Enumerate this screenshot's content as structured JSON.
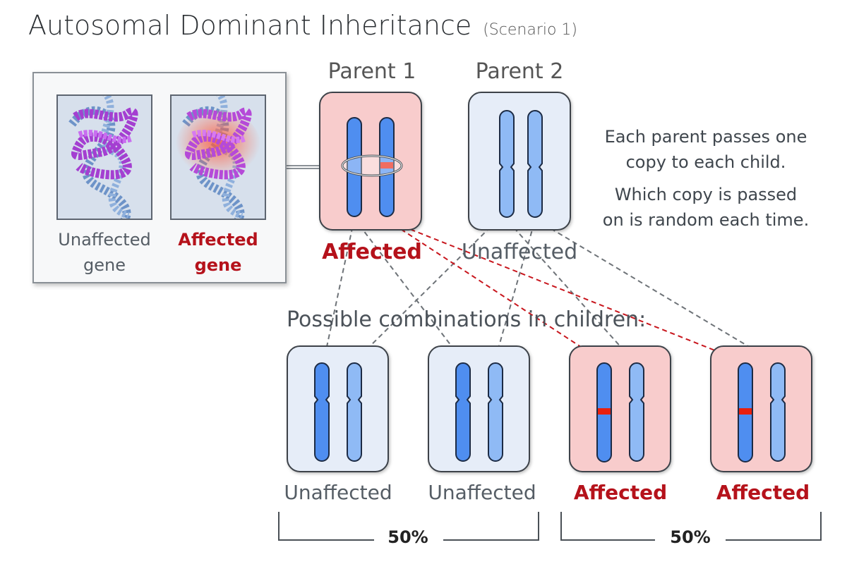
{
  "title": "Autosomal Dominant Inheritance",
  "subtitle": "(Scenario 1)",
  "inset": {
    "unaffected_caption_line1": "Unaffected",
    "unaffected_caption_line2": "gene",
    "affected_caption_line1": "Affected",
    "affected_caption_line2": "gene"
  },
  "parents": [
    {
      "label": "Parent 1",
      "status": "Affected"
    },
    {
      "label": "Parent 2",
      "status": "Unaffected"
    }
  ],
  "notes": {
    "line1": "Each parent passes one",
    "line2": "copy to each child.",
    "line3": "Which copy is passed",
    "line4": "on is random each time."
  },
  "combinations_title": "Possible combinations in children:",
  "children": [
    {
      "status": "Unaffected"
    },
    {
      "status": "Unaffected"
    },
    {
      "status": "Affected"
    },
    {
      "status": "Affected"
    }
  ],
  "percentages": [
    "50%",
    "50%"
  ],
  "colors": {
    "affected_fill": "#f8cccc",
    "unaffected_fill": "#e6edf8",
    "chromosome_dark": "#4f8ef0",
    "chromosome_light": "#8fbaf5",
    "mutation": "#e8200e",
    "affected_text": "#b5121b"
  }
}
